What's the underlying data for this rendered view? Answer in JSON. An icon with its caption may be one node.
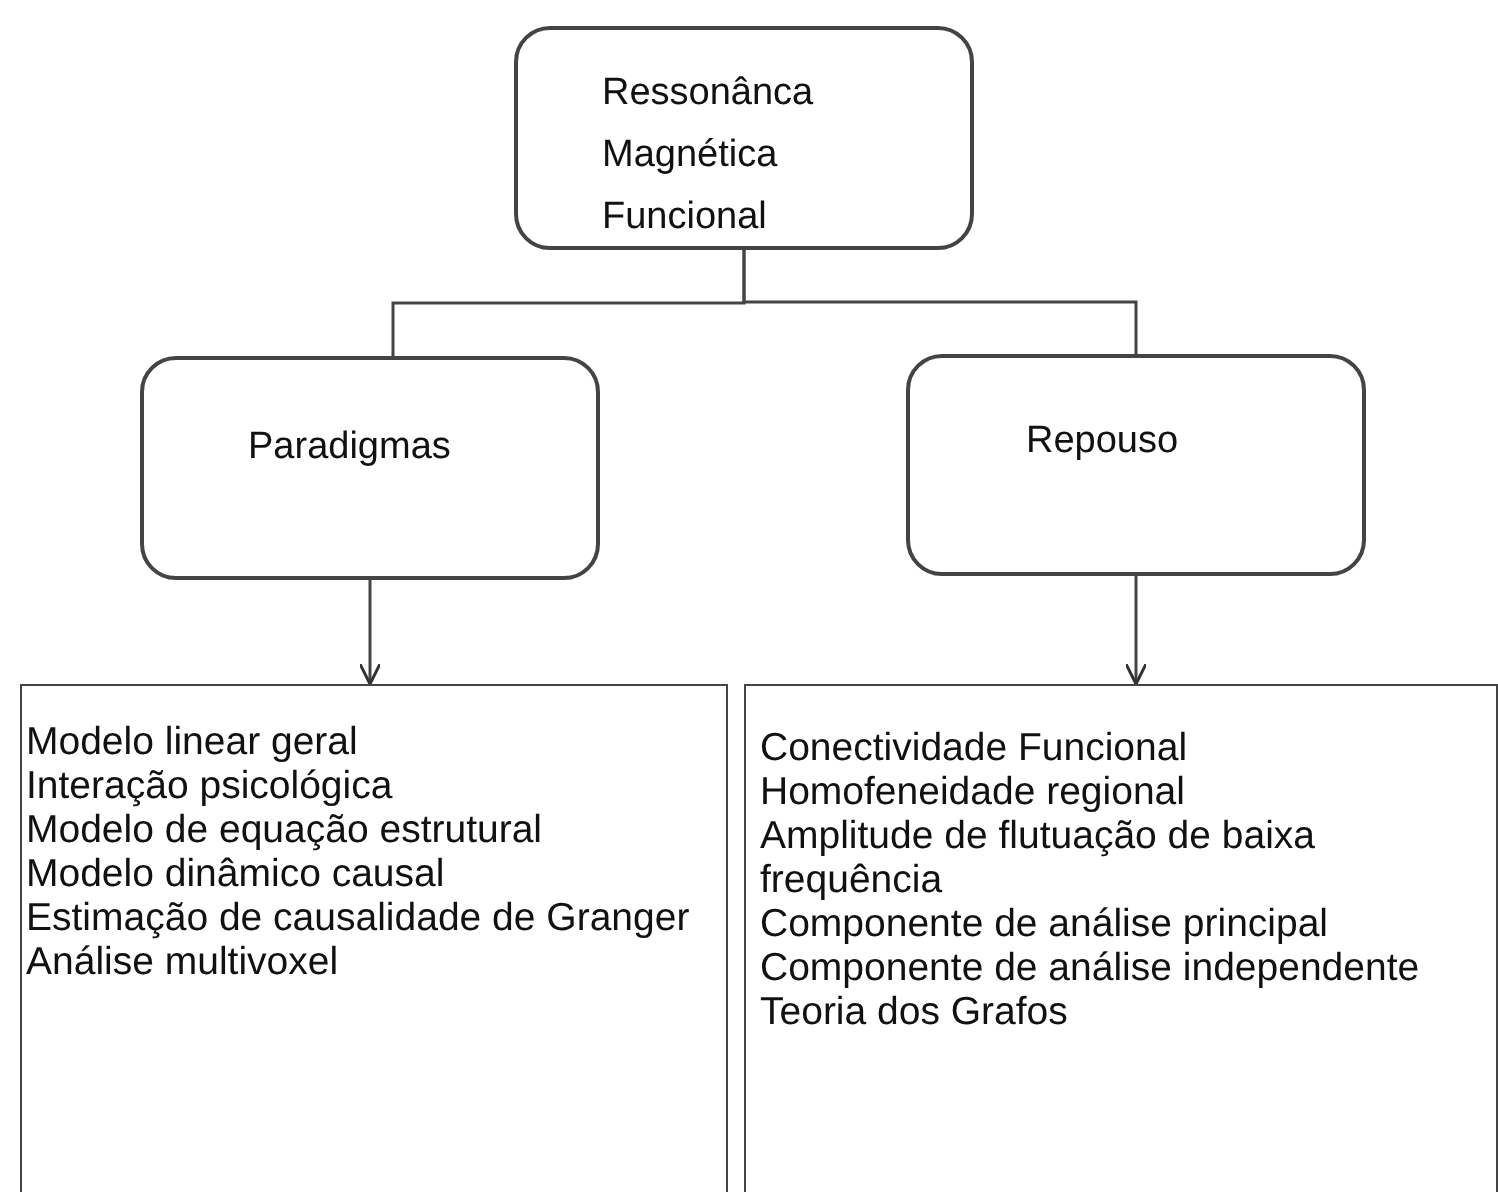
{
  "diagram": {
    "nodes": [
      {
        "text": [
          "Ressonânca Magnética Funcional"
        ]
      },
      {
        "text": [
          "Paradigmas"
        ]
      },
      {
        "text": [
          "Repouso"
        ]
      },
      {
        "text": [
          "Modelo linear geral",
          "Interação psicológica",
          "Modelo de equação estrutural",
          "Modelo dinâmico causal",
          "Estimação de causalidade de Granger",
          "Análise multivoxel"
        ]
      },
      {
        "text": [
          "Conectividade Funcional",
          "Homofeneidade regional",
          "Amplitude de flutuação de baixa frequência",
          "Componente de análise principal",
          "Componente de análise independente",
          "Teoria dos Grafos"
        ]
      }
    ],
    "edges": [
      {
        "from": 0,
        "to": 1,
        "arrow": "none"
      },
      {
        "from": 0,
        "to": 2,
        "arrow": "none"
      },
      {
        "from": 1,
        "to": 3,
        "arrow": "to"
      },
      {
        "from": 2,
        "to": 4,
        "arrow": "to"
      }
    ]
  }
}
